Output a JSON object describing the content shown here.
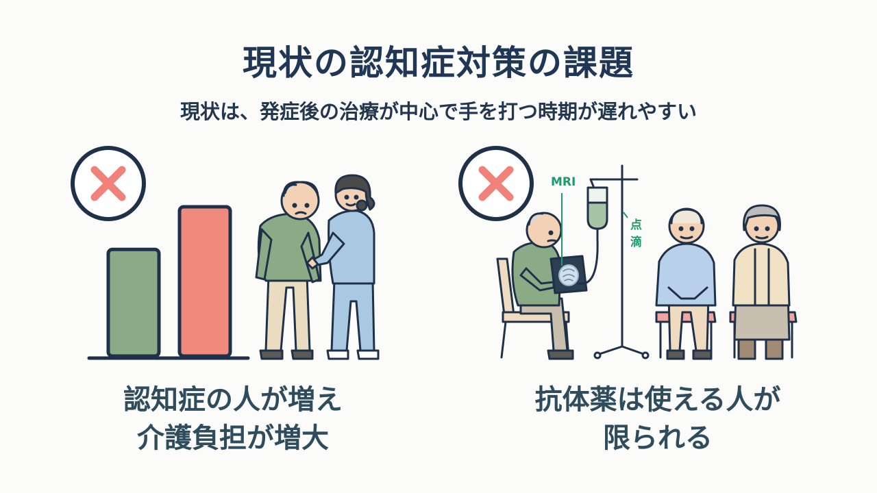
{
  "title": "現状の認知症対策の課題",
  "subtitle": "現状は、発症後の治療が中心で手を打つ時期が遅れやすい",
  "left_panel": {
    "caption_line1": "認知症の人が増え",
    "caption_line2": "介護負担が増大",
    "icon": "cross-mark-icon",
    "chart_data": {
      "type": "bar",
      "categories": [
        "",
        ""
      ],
      "values": [
        3,
        4.2
      ],
      "colors": [
        "#8aab85",
        "#f08a7c"
      ]
    }
  },
  "right_panel": {
    "caption_line1": "抗体薬は使える人が",
    "caption_line2": "限られる",
    "icon": "cross-mark-icon",
    "label_mri": "MRI",
    "label_drip": "点滴"
  },
  "colors": {
    "navy": "#1f3755",
    "green": "#8aab85",
    "red": "#f08a7c",
    "cross": "#f0827a",
    "accent_green": "#1f9a6a"
  }
}
